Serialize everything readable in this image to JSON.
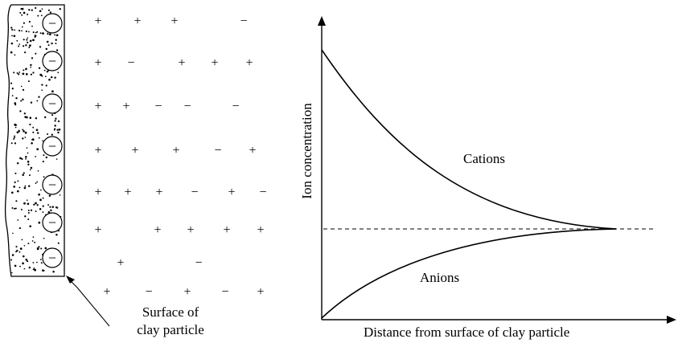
{
  "diagram": {
    "surface_label_line1": "Surface of",
    "surface_label_line2": "clay particle",
    "particle_charge_symbol": "−",
    "ion_rows": [
      "+ + + −",
      "+ − + + +",
      "+ + − − −",
      "+ + + − +",
      "+ + + − + −",
      "+ + + + +",
      "+ −",
      "+ − + − +"
    ]
  },
  "graph": {
    "y_axis_label": "Ion concentration",
    "x_axis_label": "Distance from surface of clay particle",
    "cations_label": "Cations",
    "anions_label": "Anions"
  },
  "colors": {
    "ink": "#000000",
    "background": "#ffffff"
  }
}
